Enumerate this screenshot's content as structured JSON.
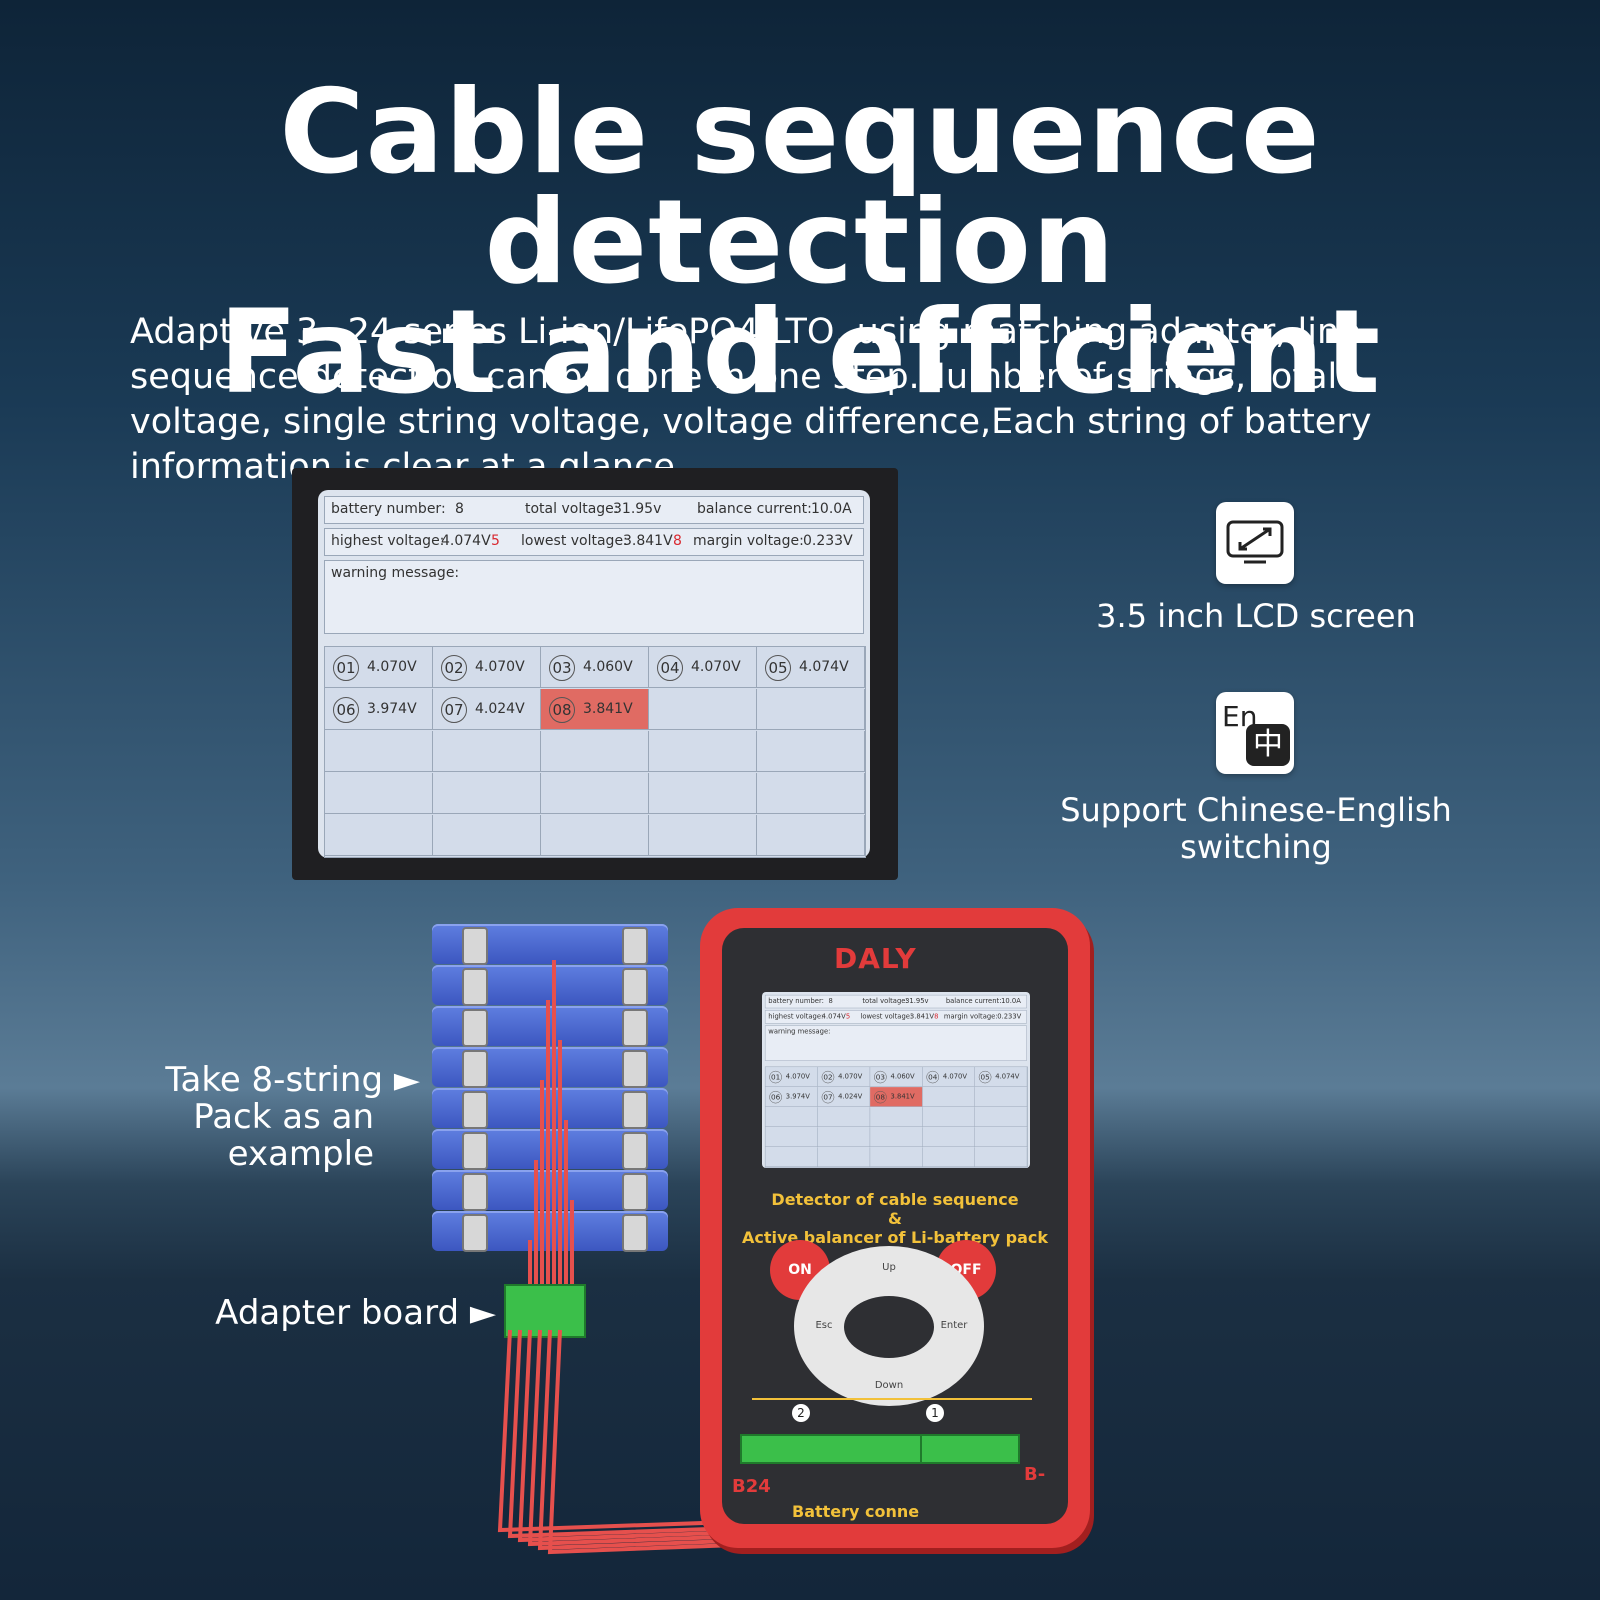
{
  "headline": {
    "line1": "Cable sequence detection",
    "line2": "Fast and efficient"
  },
  "description": "Adaptive 3~24 series Li-ion/LifePO4/LTO, using matching adapter, line sequence detection can be done in one step.Number of strings, total voltage, single string voltage, voltage difference,Each string of battery information is clear at a glance.",
  "screen": {
    "battery_number_label": "battery number:",
    "battery_number": "8",
    "total_voltage_label": "total voltage:",
    "total_voltage": "31.95v",
    "balance_current_label": "balance current:",
    "balance_current": "10.0A",
    "highest_voltage_label": "highest voltage:",
    "highest_voltage": "4.074V",
    "highest_cell": "5",
    "lowest_voltage_label": "lowest voltage:",
    "lowest_voltage": "3.841V",
    "lowest_cell": "8",
    "margin_voltage_label": "margin voltage:",
    "margin_voltage": "0.233V",
    "warning_label": "warning message:",
    "cells": [
      {
        "id": "01",
        "v": "4.070V"
      },
      {
        "id": "02",
        "v": "4.070V"
      },
      {
        "id": "03",
        "v": "4.060V"
      },
      {
        "id": "04",
        "v": "4.070V"
      },
      {
        "id": "05",
        "v": "4.074V"
      },
      {
        "id": "06",
        "v": "3.974V"
      },
      {
        "id": "07",
        "v": "4.024V"
      },
      {
        "id": "08",
        "v": "3.841V"
      }
    ]
  },
  "features": {
    "lcd": "3.5 inch LCD screen",
    "lang_line1": "Support Chinese-English",
    "lang_line2": "switching",
    "lang_icon_text": "En",
    "lang_icon_cn": "中"
  },
  "annotations": {
    "pack_line1": "Take 8-string ►",
    "pack_line2": "Pack as an",
    "pack_line3": "example",
    "adapter": "Adapter board ►"
  },
  "device": {
    "brand": "DALY",
    "title_line1": "Detector of cable sequence",
    "title_line2": "&",
    "title_line3": "Active balancer of Li-battery pack",
    "on": "ON",
    "off": "OFF",
    "up": "Up",
    "down": "Down",
    "esc": "Esc",
    "enter": "Enter",
    "port2": "2",
    "port1": "1",
    "b24": "B24",
    "bminus": "B-",
    "battery_connect": "Battery conne"
  },
  "colors": {
    "accent_red": "#e23b3b",
    "alert_cell": "#e06b63",
    "device_text": "#f2c13a"
  }
}
